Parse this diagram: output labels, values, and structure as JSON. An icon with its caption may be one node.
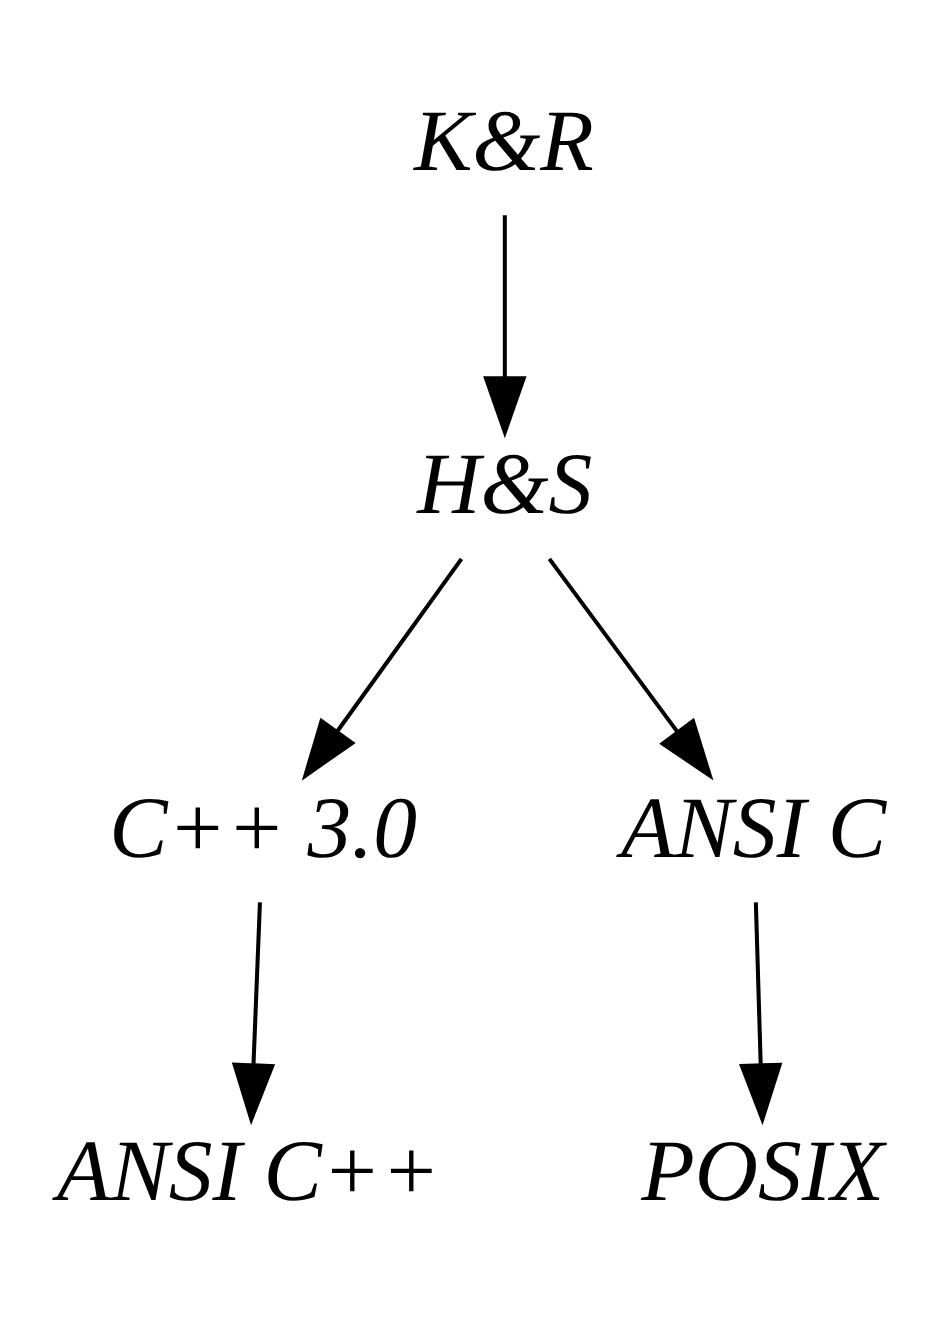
{
  "diagram": {
    "nodes": [
      {
        "text": [
          "K&R"
        ]
      },
      {
        "text": [
          "H&S"
        ]
      },
      {
        "text": [
          "C++ 3.0"
        ]
      },
      {
        "text": [
          "ANSI C"
        ]
      },
      {
        "text": [
          "ANSI C++"
        ]
      },
      {
        "text": [
          "POSIX"
        ]
      }
    ],
    "edges": [
      {
        "from": 0,
        "to": 1,
        "arrow": "to"
      },
      {
        "from": 1,
        "to": 2,
        "arrow": "to"
      },
      {
        "from": 1,
        "to": 3,
        "arrow": "to"
      },
      {
        "from": 2,
        "to": 4,
        "arrow": "to"
      },
      {
        "from": 3,
        "to": 5,
        "arrow": "to"
      }
    ]
  }
}
